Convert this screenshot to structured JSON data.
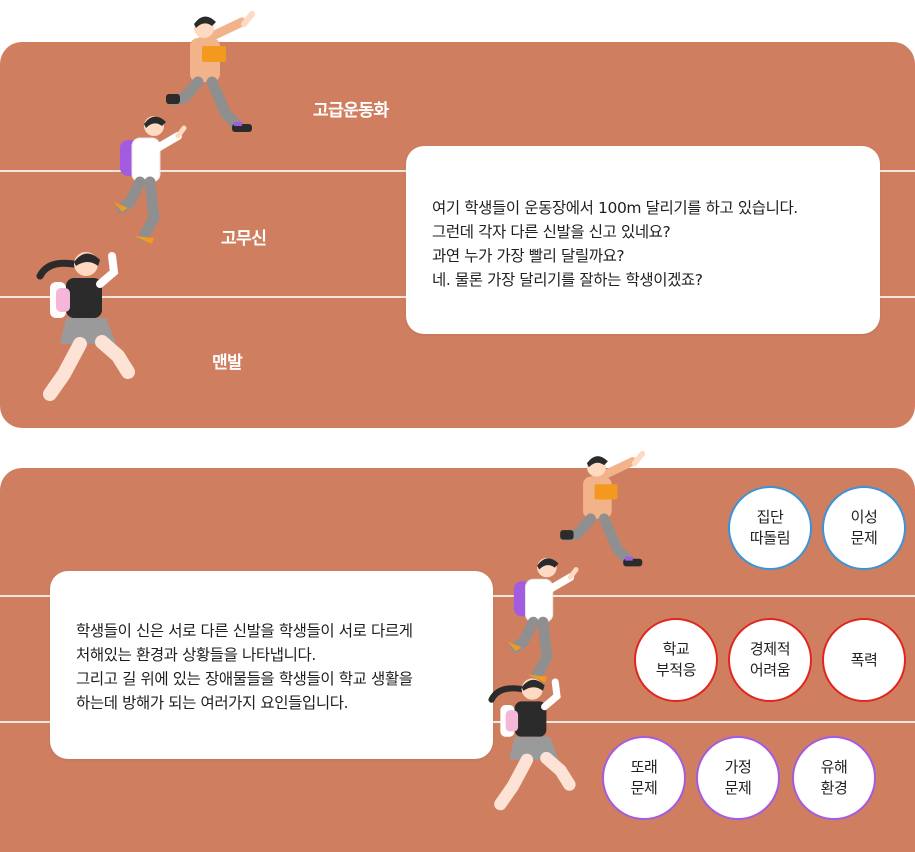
{
  "section1": {
    "lanes": [
      {
        "label": "고급운동화"
      },
      {
        "label": "고무신"
      },
      {
        "label": "맨발"
      }
    ],
    "bubble_lines": [
      "여기 학생들이 운동장에서 100m 달리기를 하고 있습니다.",
      "그런데 각자 다른 신발을 신고 있네요?",
      "과연 누가 가장 빨리 달릴까요?",
      "네. 물론 가장 달리기를 잘하는 학생이겠죠?"
    ]
  },
  "section2": {
    "bubble_lines": [
      "학생들이 신은 서로 다른 신발을 학생들이 서로 다르게",
      "처해있는 환경과 상황들을 나타냅니다.",
      "그리고 길 위에 있는 장애물들을 학생들이 학교 생활을",
      "하는데 방해가 되는 여러가지 요인들입니다."
    ],
    "obstacles": [
      {
        "line1": "집단",
        "line2": "따돌림",
        "color": "blue"
      },
      {
        "line1": "이성",
        "line2": "문제",
        "color": "blue"
      },
      {
        "line1": "학교",
        "line2": "부적응",
        "color": "red"
      },
      {
        "line1": "경제적",
        "line2": "어려움",
        "color": "red"
      },
      {
        "line1": "폭력",
        "line2": "",
        "color": "red"
      },
      {
        "line1": "또래",
        "line2": "문제",
        "color": "purple"
      },
      {
        "line1": "가정",
        "line2": "문제",
        "color": "purple"
      },
      {
        "line1": "유해",
        "line2": "환경",
        "color": "purple"
      }
    ]
  },
  "colors": {
    "track": "#cf7f60",
    "lane_line": "#f3e6e0",
    "blue": "#3b93d6",
    "red": "#e0261f",
    "purple": "#a35ce0"
  }
}
